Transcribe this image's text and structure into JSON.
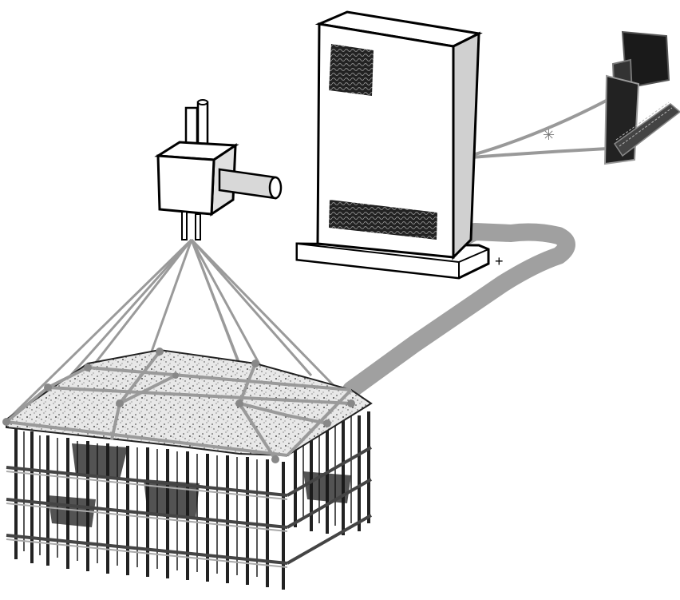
{
  "diagram": {
    "components": [
      {
        "id": "sensor",
        "icon": "pyrometer-head-icon"
      },
      {
        "id": "cabinet",
        "icon": "control-cabinet-icon"
      },
      {
        "id": "workstation",
        "icon": "computer-workstation-icon"
      },
      {
        "id": "structure",
        "icon": "monitored-structure-icon"
      }
    ],
    "connections": [
      {
        "from": "sensor",
        "to": "structure",
        "style": "fan-out-lines"
      },
      {
        "from": "structure",
        "to": "cabinet",
        "style": "thick-cable"
      },
      {
        "from": "cabinet",
        "to": "workstation",
        "style": "thin-cables"
      }
    ],
    "colors": {
      "outline": "#000000",
      "cable": "#a0a0a0",
      "fill": "#ffffff",
      "dark": "#1a1a1a",
      "panel": "#d0d0d0"
    }
  }
}
